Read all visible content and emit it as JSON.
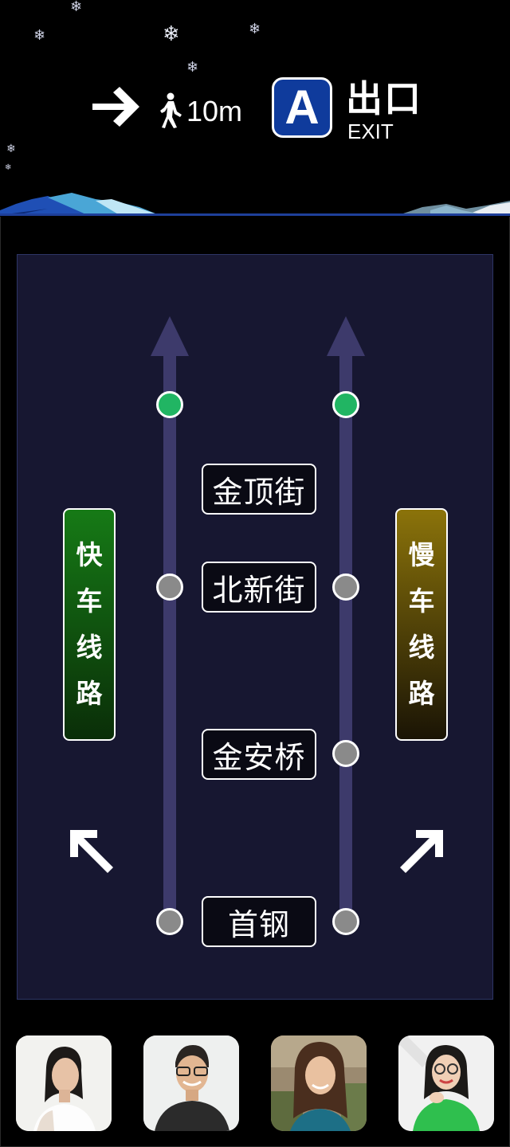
{
  "header": {
    "distance": "10m",
    "exit_letter": "A",
    "exit_zh": "出口",
    "exit_en": "EXIT"
  },
  "map": {
    "stations": [
      "金顶街",
      "北新街",
      "金安桥",
      "首钢"
    ],
    "fast_line": {
      "chars": [
        "快",
        "车",
        "线",
        "路"
      ],
      "color": "#167a16"
    },
    "slow_line": {
      "chars": [
        "慢",
        "车",
        "线",
        "路"
      ],
      "color": "#8b730a"
    }
  },
  "colors": {
    "exit_badge": "#0f3b9c",
    "track": "#3d3a6b",
    "active_station": "#21b563",
    "inactive_station": "#8a8a8a",
    "panel": "#171731"
  },
  "icons": [
    "arrow-right-icon",
    "pedestrian-icon",
    "arrow-up-left-icon",
    "arrow-up-right-icon",
    "snowflake-icon"
  ]
}
